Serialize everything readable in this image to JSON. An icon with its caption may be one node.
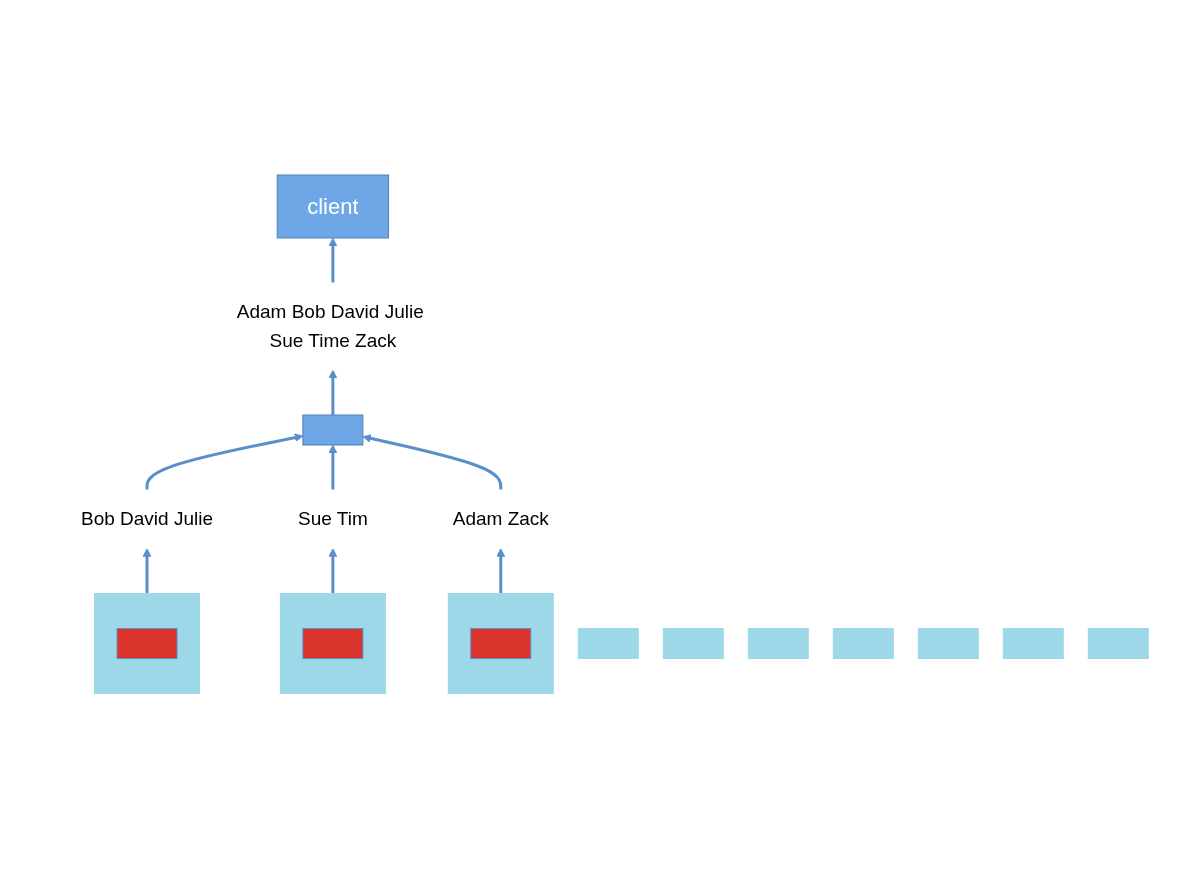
{
  "diagram": {
    "nodes": [
      {
        "text": [
          "client"
        ]
      },
      {
        "text": [
          "Adam Bob David Julie Sue Time Zack"
        ]
      },
      {
        "text": [],
        "shape": "box"
      },
      {
        "text": [
          "Bob David Julie"
        ]
      },
      {
        "text": [
          "Sue Tim"
        ]
      },
      {
        "text": [
          "Adam Zack"
        ]
      },
      {
        "text": [],
        "shape": "box"
      },
      {
        "text": [],
        "shape": "box"
      },
      {
        "text": [],
        "shape": "box"
      },
      {
        "text": [],
        "shape": "box"
      },
      {
        "text": [],
        "shape": "box"
      },
      {
        "text": [],
        "shape": "box"
      },
      {
        "text": [],
        "shape": "box"
      },
      {
        "text": [],
        "shape": "box"
      },
      {
        "text": [],
        "shape": "box"
      },
      {
        "text": [],
        "shape": "box"
      },
      {
        "text": [],
        "shape": "bar",
        "in": 6
      },
      {
        "text": [],
        "shape": "bar",
        "in": 10
      },
      {
        "text": [],
        "shape": "bar",
        "in": 13
      }
    ],
    "edges": [
      {
        "from": 1,
        "to": 0,
        "arrow": "to"
      },
      {
        "from": 2,
        "to": 1,
        "arrow": "to"
      },
      {
        "from": 3,
        "to": 2,
        "arrow": "to"
      },
      {
        "from": 4,
        "to": 2,
        "arrow": "to"
      },
      {
        "from": 5,
        "to": 2,
        "arrow": "to"
      },
      {
        "from": 6,
        "to": 3,
        "arrow": "to"
      },
      {
        "from": 10,
        "to": 4,
        "arrow": "to"
      },
      {
        "from": 13,
        "to": 5,
        "arrow": "to"
      }
    ]
  }
}
